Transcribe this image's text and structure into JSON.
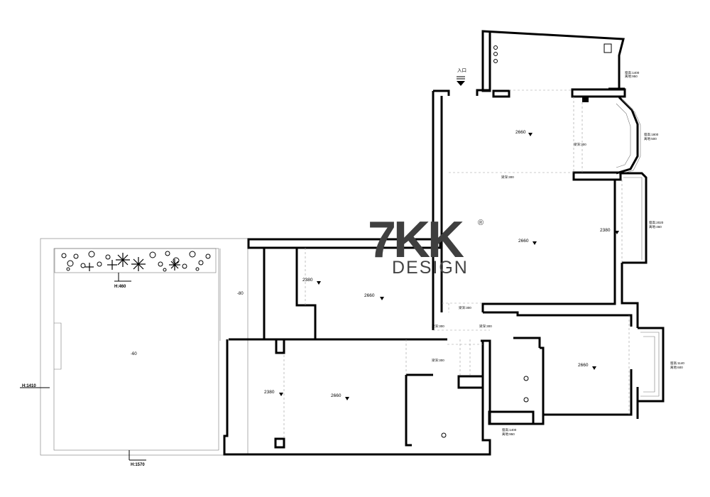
{
  "logo": {
    "mark": "7KK",
    "registered": "®",
    "sub": "DESIGN"
  },
  "entrance": {
    "label": "入口"
  },
  "ceiling_heights": [
    "2660",
    "2660",
    "2380",
    "2380",
    "2660",
    "2380",
    "2660",
    "2660"
  ],
  "beam_labels": [
    "梁深:300",
    "梁深:300",
    "梁深:300",
    "梁深:300",
    "梁深:300",
    "梁深:300"
  ],
  "window_labels": {
    "kitchen": [
      "窗高:1400",
      "离地:950"
    ],
    "bay_top": [
      "窗高:1800",
      "离地:500"
    ],
    "living_right": [
      "窗高:2020",
      "离地:460"
    ],
    "bay_bottom": [
      "窗高:1140",
      "离地:600"
    ],
    "bottom_center": [
      "窗高:1400",
      "离地:950"
    ]
  },
  "levels": {
    "terrace": "-60",
    "side_strip": "-80"
  },
  "dimensions": {
    "planter": "H:460",
    "terrace_height": "H:1410",
    "terrace_width": "H:1570"
  },
  "colors": {
    "wall": "#000000",
    "logo": "#3f3f3f",
    "background": "#ffffff"
  }
}
